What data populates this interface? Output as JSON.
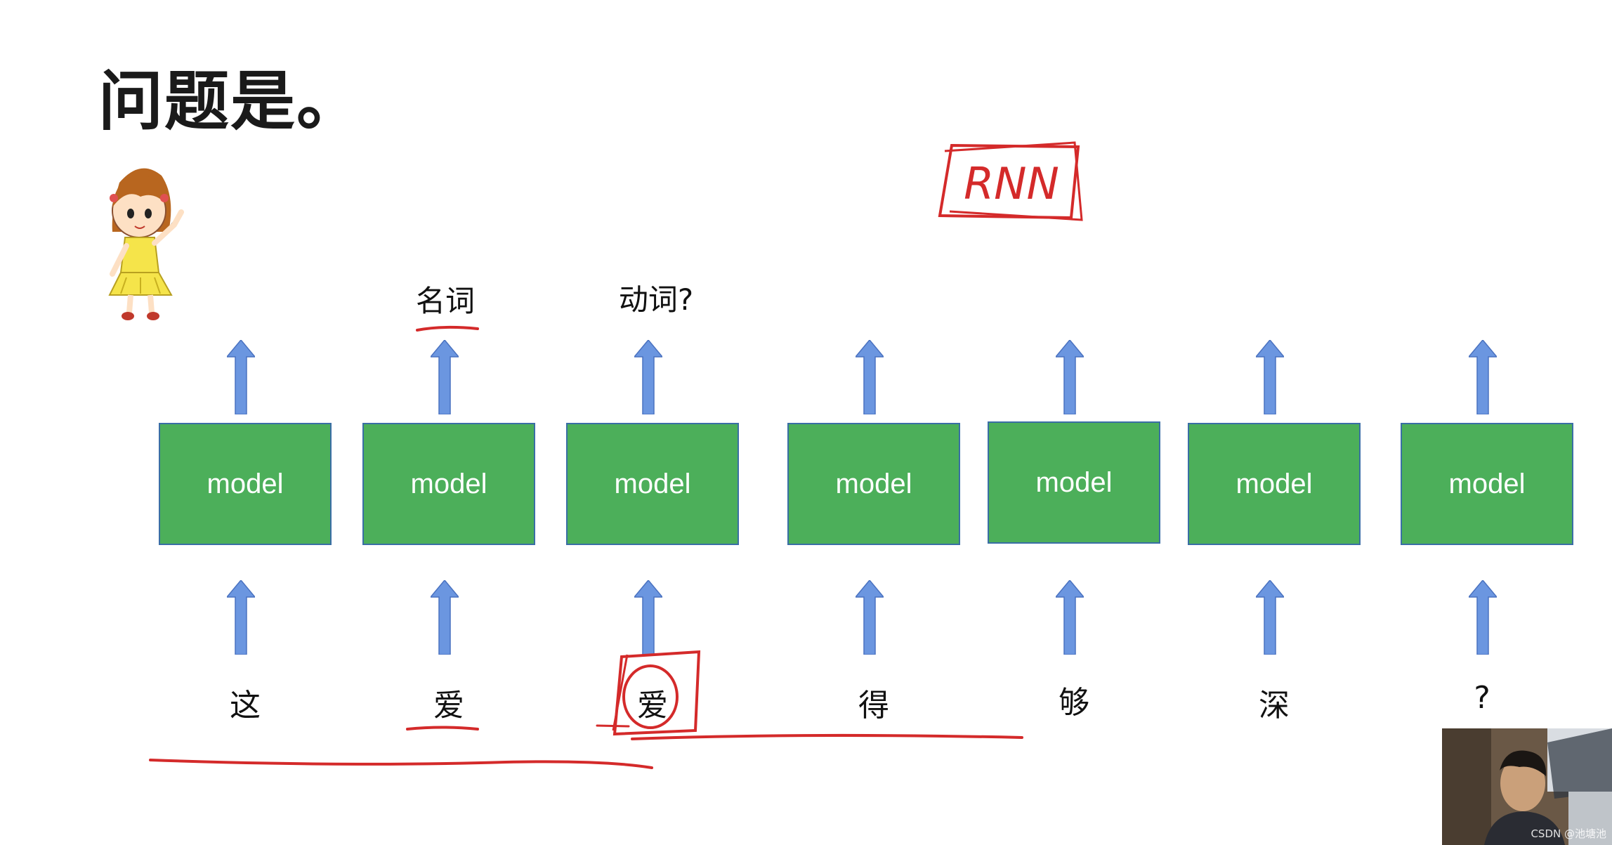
{
  "title": "问题是。",
  "handwritten_note": "RNN",
  "annotations": {
    "noun": "名词",
    "verb": "动词?"
  },
  "model_label": "model",
  "tokens": [
    "这",
    "爱",
    "爱",
    "得",
    "够",
    "深",
    "?"
  ],
  "watermark": "CSDN @池塘池",
  "colors": {
    "model_fill": "#4caf5a",
    "model_border": "#3a6ea5",
    "arrow": "#6b96e0",
    "ink": "#d42a2a"
  },
  "icons": {
    "illustration": "cartoon-girl-icon",
    "arrow": "up-arrow-icon"
  }
}
